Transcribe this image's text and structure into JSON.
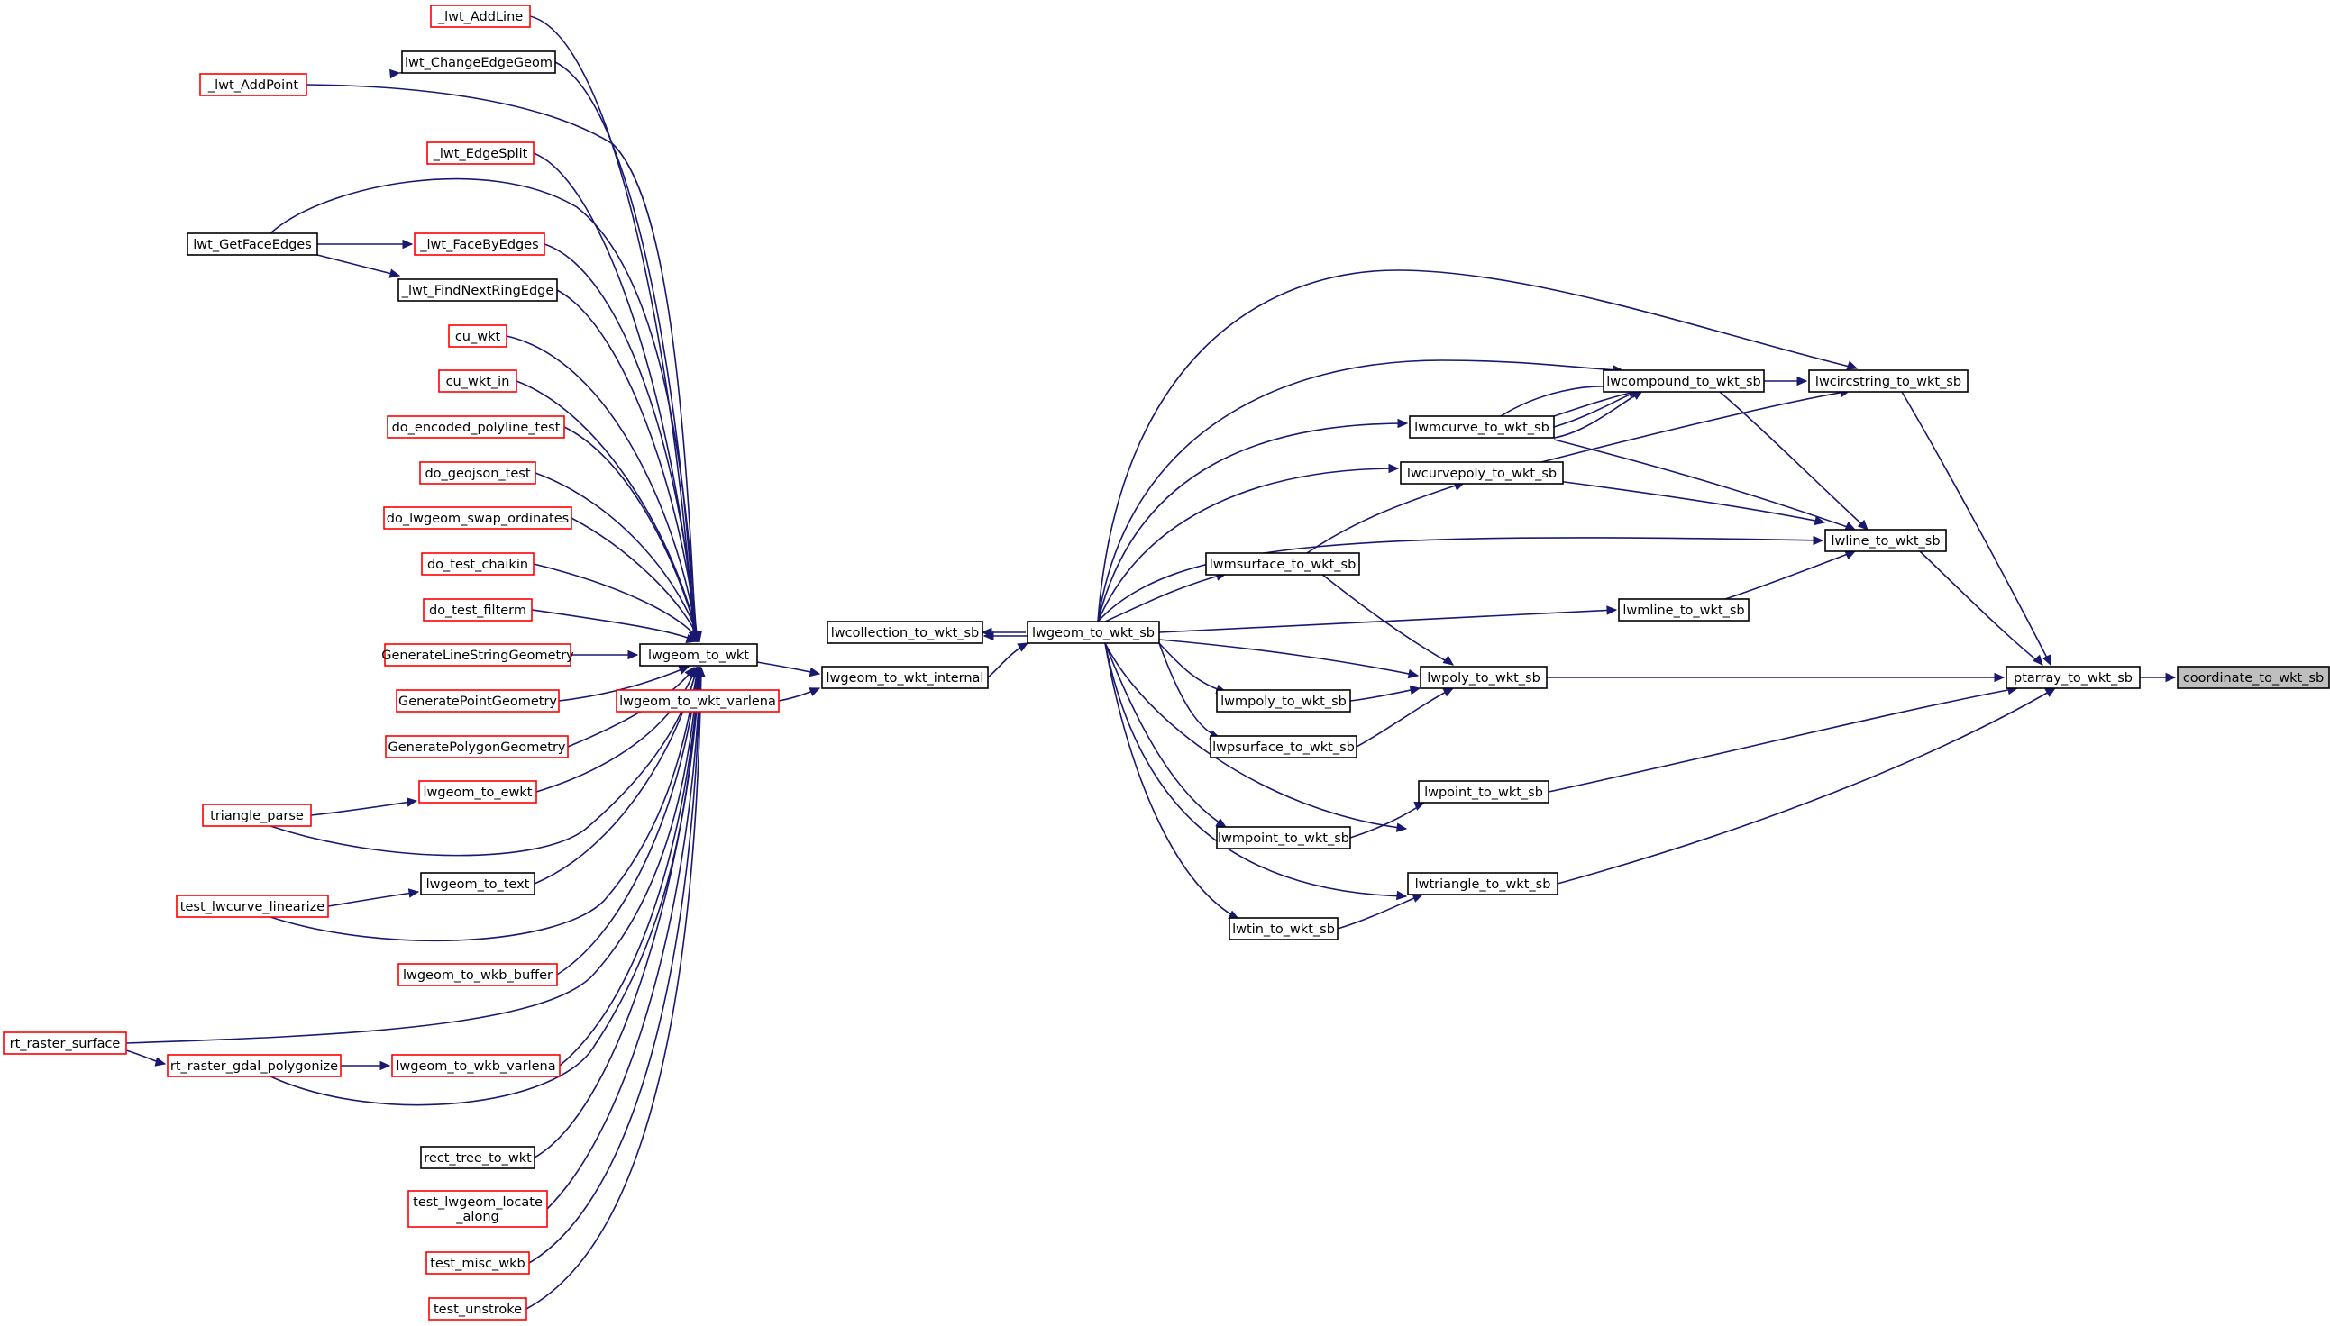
{
  "graph": {
    "title": "",
    "colors": {
      "edge": "#191970",
      "documented_border": "#000000",
      "undocumented_border": "#ff0000",
      "focus_fill": "#bfbfbf"
    },
    "nodes": [
      {
        "id": "n_addline",
        "label": "_lwt_AddLine",
        "style": "red"
      },
      {
        "id": "n_changeedgegeom",
        "label": "lwt_ChangeEdgeGeom",
        "style": "black"
      },
      {
        "id": "n_addpoint",
        "label": "_lwt_AddPoint",
        "style": "red"
      },
      {
        "id": "n_edgesplit",
        "label": "_lwt_EdgeSplit",
        "style": "red"
      },
      {
        "id": "n_getfaceedges",
        "label": "lwt_GetFaceEdges",
        "style": "black"
      },
      {
        "id": "n_facebyedges",
        "label": "_lwt_FaceByEdges",
        "style": "red"
      },
      {
        "id": "n_findnextringedge",
        "label": "_lwt_FindNextRingEdge",
        "style": "black"
      },
      {
        "id": "n_cu_wkt",
        "label": "cu_wkt",
        "style": "red"
      },
      {
        "id": "n_cu_wkt_in",
        "label": "cu_wkt_in",
        "style": "red"
      },
      {
        "id": "n_encoded_polyline",
        "label": "do_encoded_polyline_test",
        "style": "red"
      },
      {
        "id": "n_geojson_test",
        "label": "do_geojson_test",
        "style": "red"
      },
      {
        "id": "n_swap_ordinates",
        "label": "do_lwgeom_swap_ordinates",
        "style": "red"
      },
      {
        "id": "n_chaikin",
        "label": "do_test_chaikin",
        "style": "red"
      },
      {
        "id": "n_filterm",
        "label": "do_test_filterm",
        "style": "red"
      },
      {
        "id": "n_genline",
        "label": "GenerateLineStringGeometry",
        "style": "red"
      },
      {
        "id": "n_genpoint",
        "label": "GeneratePointGeometry",
        "style": "red"
      },
      {
        "id": "n_genpoly",
        "label": "GeneratePolygonGeometry",
        "style": "red"
      },
      {
        "id": "n_to_ewkt",
        "label": "lwgeom_to_ewkt",
        "style": "red"
      },
      {
        "id": "n_triangle_parse",
        "label": "triangle_parse",
        "style": "red"
      },
      {
        "id": "n_to_text",
        "label": "lwgeom_to_text",
        "style": "black"
      },
      {
        "id": "n_lwcurve_linearize",
        "label": "test_lwcurve_linearize",
        "style": "red"
      },
      {
        "id": "n_wkb_buffer",
        "label": "lwgeom_to_wkb_buffer",
        "style": "red"
      },
      {
        "id": "n_raster_surface",
        "label": "rt_raster_surface",
        "style": "red"
      },
      {
        "id": "n_gdal_polygonize",
        "label": "rt_raster_gdal_polygonize",
        "style": "red"
      },
      {
        "id": "n_wkb_varlena",
        "label": "lwgeom_to_wkb_varlena",
        "style": "red"
      },
      {
        "id": "n_rect_tree",
        "label": "rect_tree_to_wkt",
        "style": "black"
      },
      {
        "id": "n_locate_along",
        "label": "test_lwgeom_locate\n_along",
        "style": "red"
      },
      {
        "id": "n_misc_wkb",
        "label": "test_misc_wkb",
        "style": "red"
      },
      {
        "id": "n_unstroke",
        "label": "test_unstroke",
        "style": "red"
      },
      {
        "id": "n_lwgeom_to_wkt",
        "label": "lwgeom_to_wkt",
        "style": "black"
      },
      {
        "id": "n_wkt_varlena",
        "label": "lwgeom_to_wkt_varlena",
        "style": "red"
      },
      {
        "id": "n_wkt_internal",
        "label": "lwgeom_to_wkt_internal",
        "style": "black"
      },
      {
        "id": "n_collection",
        "label": "lwcollection_to_wkt_sb",
        "style": "black"
      },
      {
        "id": "n_wkt_sb",
        "label": "lwgeom_to_wkt_sb",
        "style": "black"
      },
      {
        "id": "n_compound",
        "label": "lwcompound_to_wkt_sb",
        "style": "black"
      },
      {
        "id": "n_circstring",
        "label": "lwcircstring_to_wkt_sb",
        "style": "black"
      },
      {
        "id": "n_mcurve",
        "label": "lwmcurve_to_wkt_sb",
        "style": "black"
      },
      {
        "id": "n_curvepoly",
        "label": "lwcurvepoly_to_wkt_sb",
        "style": "black"
      },
      {
        "id": "n_line",
        "label": "lwline_to_wkt_sb",
        "style": "black"
      },
      {
        "id": "n_msurface",
        "label": "lwmsurface_to_wkt_sb",
        "style": "black"
      },
      {
        "id": "n_mline",
        "label": "lwmline_to_wkt_sb",
        "style": "black"
      },
      {
        "id": "n_poly",
        "label": "lwpoly_to_wkt_sb",
        "style": "black"
      },
      {
        "id": "n_mpoly",
        "label": "lwmpoly_to_wkt_sb",
        "style": "black"
      },
      {
        "id": "n_psurface",
        "label": "lwpsurface_to_wkt_sb",
        "style": "black"
      },
      {
        "id": "n_point",
        "label": "lwpoint_to_wkt_sb",
        "style": "black"
      },
      {
        "id": "n_mpoint",
        "label": "lwmpoint_to_wkt_sb",
        "style": "black"
      },
      {
        "id": "n_triangle",
        "label": "lwtriangle_to_wkt_sb",
        "style": "black"
      },
      {
        "id": "n_tin",
        "label": "lwtin_to_wkt_sb",
        "style": "black"
      },
      {
        "id": "n_ptarray",
        "label": "ptarray_to_wkt_sb",
        "style": "black"
      },
      {
        "id": "n_coordinate",
        "label": "coordinate_to_wkt_sb",
        "style": "focus"
      }
    ]
  }
}
